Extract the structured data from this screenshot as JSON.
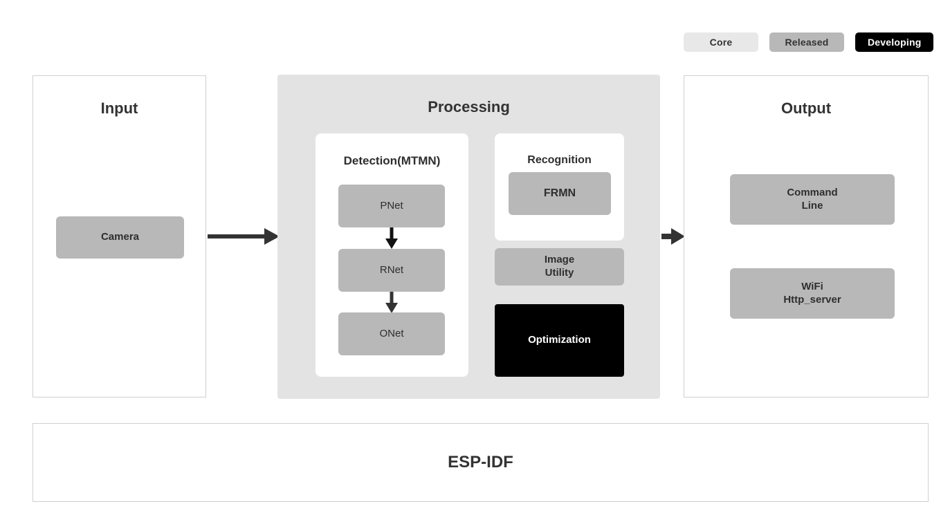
{
  "legend": {
    "items": [
      {
        "label": "Core",
        "color": "#e8e8e8",
        "text_color": "#333333"
      },
      {
        "label": "Released",
        "color": "#b8b8b8",
        "text_color": "#333333"
      },
      {
        "label": "Developing",
        "color": "#000000",
        "text_color": "#ffffff"
      }
    ]
  },
  "input": {
    "title": "Input",
    "blocks": [
      {
        "label": "Camera",
        "status": "Released"
      }
    ]
  },
  "processing": {
    "title": "Processing",
    "detection": {
      "title": "Detection(MTMN)",
      "blocks": [
        {
          "label": "PNet",
          "status": "Released"
        },
        {
          "label": "RNet",
          "status": "Released"
        },
        {
          "label": "ONet",
          "status": "Released"
        }
      ],
      "flow": "PNet -> RNet -> ONet"
    },
    "recognition": {
      "title": "Recognition",
      "blocks": [
        {
          "label": "FRMN",
          "status": "Released"
        }
      ]
    },
    "standalone_blocks": [
      {
        "label": "Image\nUtility",
        "line1": "Image",
        "line2": "Utility",
        "status": "Released"
      },
      {
        "label": "Optimization",
        "status": "Developing"
      }
    ]
  },
  "output": {
    "title": "Output",
    "blocks": [
      {
        "line1": "Command",
        "line2": "Line",
        "status": "Released"
      },
      {
        "line1": "WiFi",
        "line2": "Http_server",
        "status": "Released"
      }
    ]
  },
  "footer": {
    "label": "ESP-IDF"
  },
  "colors": {
    "core": "#e8e8e8",
    "released": "#b8b8b8",
    "developing": "#000000",
    "processing_bg": "#e3e3e3",
    "panel_border": "#cfcfcf",
    "text": "#333333",
    "arrow": "#333333"
  }
}
